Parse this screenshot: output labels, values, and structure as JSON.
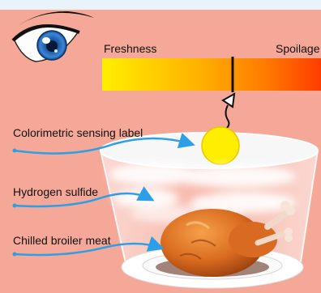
{
  "scale": {
    "left_label": "Freshness",
    "right_label": "Spoilage",
    "colors": [
      "#ffef00",
      "#ffb000",
      "#ff7a00",
      "#ff3c00"
    ]
  },
  "labels": {
    "sensing_label": "Colorimetric sensing label",
    "gas": "Hydrogen sulfide",
    "meat": "Chilled broiler meat"
  },
  "colors": {
    "background": "#f5a898",
    "arrow": "#2d9fe6",
    "sensor_dot": "#ffee00",
    "eye_iris": "#2a6fb8"
  },
  "icons": {
    "eye": "eye-icon",
    "magnifier": "magnifier-icon",
    "chicken": "roast-chicken-icon"
  }
}
